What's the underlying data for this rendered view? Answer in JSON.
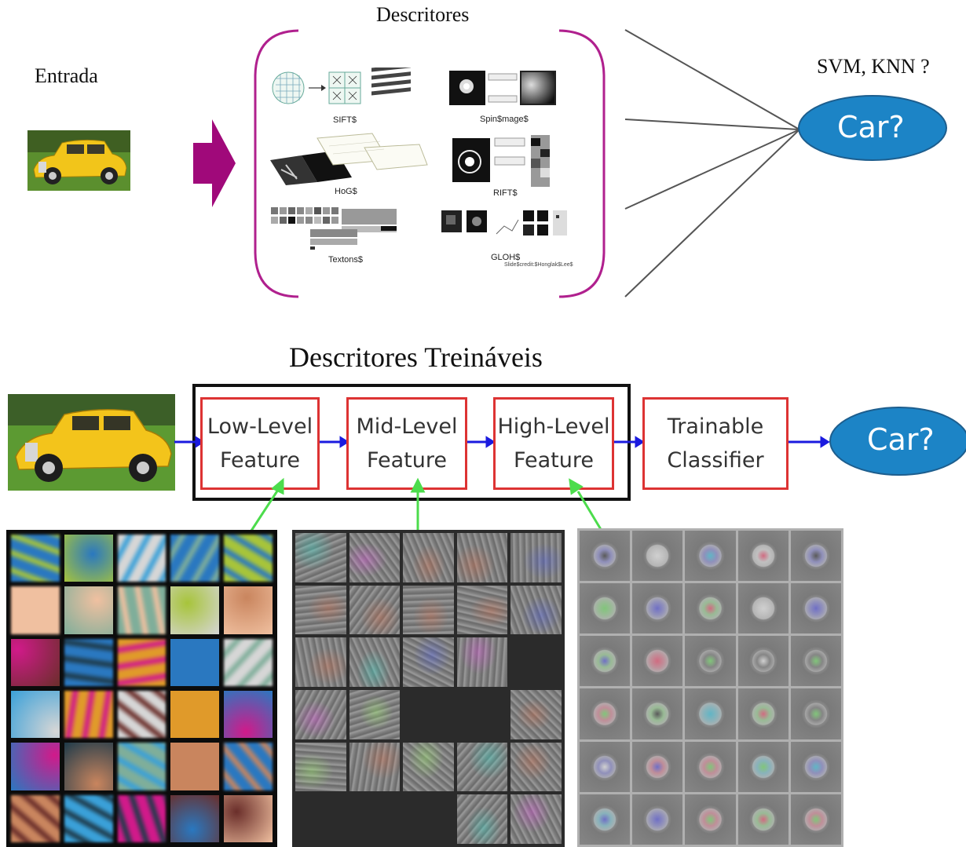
{
  "top": {
    "title": "Descritores",
    "input_label": "Entrada",
    "classifier_label": "SVM, KNN ?",
    "output": "Car?",
    "descriptors": [
      {
        "name": "SIFT$"
      },
      {
        "name": "Spin$mage$"
      },
      {
        "name": "HoG$"
      },
      {
        "name": "RIFT$"
      },
      {
        "name": "Textons$"
      },
      {
        "name": "GLOH$"
      }
    ],
    "credit": "Slide$credit:$Honglak$Lee$"
  },
  "bottom": {
    "title": "Descritores Treináveis",
    "stages": [
      {
        "line1": "Low-Level",
        "line2": "Feature"
      },
      {
        "line1": "Mid-Level",
        "line2": "Feature"
      },
      {
        "line1": "High-Level",
        "line2": "Feature"
      },
      {
        "line1": "Trainable",
        "line2": "Classifier"
      }
    ],
    "output": "Car?"
  },
  "colors": {
    "arrow_magenta": "#a0097a",
    "bracket": "#b0208e",
    "ellipse": "#1c84c6",
    "box_border": "#dd3333",
    "flow_arrow": "#1a1adf",
    "green_pointer": "#4cdc4c"
  }
}
